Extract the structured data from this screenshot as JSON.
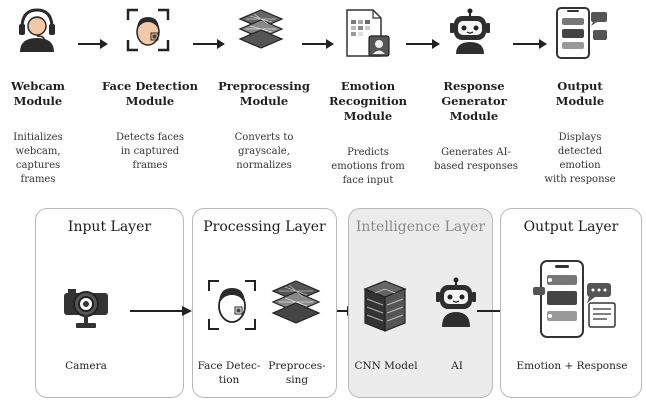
{
  "pipeline": [
    {
      "title": "Webcam\nModule",
      "desc": "Initializes\nwebcam,\ncaptures\nframes"
    },
    {
      "title": "Face Detection\nModule",
      "desc": "Detects faces\nin captured\nframes"
    },
    {
      "title": "Preprocessing\nModule",
      "desc": "Converts to\ngrayscale,\nnormalizes"
    },
    {
      "title": "Emotion\nRecognition\nModule",
      "desc": "Predicts\nemotions from\nface input"
    },
    {
      "title": "Response\nGenerator\nModule",
      "desc": "Generates AI-\nbased responses"
    },
    {
      "title": "Output\nModule",
      "desc": "Displays\ndetected\nemotion\nwith response"
    }
  ],
  "layers": {
    "input": {
      "title": "Input Layer",
      "camera": "Camera"
    },
    "processing": {
      "title": "Processing Layer",
      "face": "Face Detec-\ntion",
      "prep": "Preproces-\nsing"
    },
    "intelligence": {
      "title": "Intelligence Layer",
      "cnn": "CNN Model",
      "ai": "AI"
    },
    "output": {
      "title": "Output Layer",
      "result": "Emotion + Response"
    }
  }
}
